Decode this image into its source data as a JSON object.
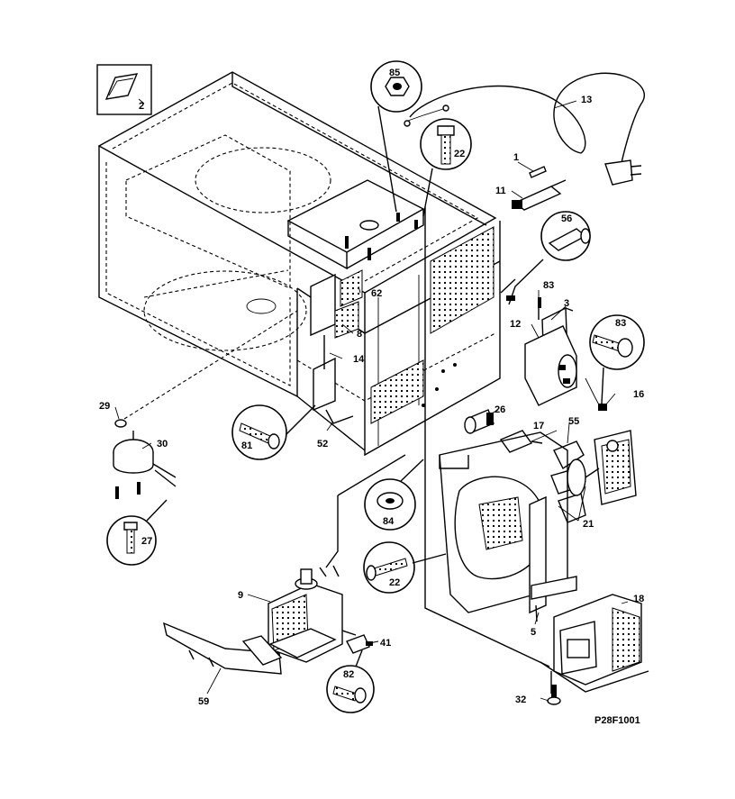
{
  "diagram": {
    "drawing_number": "P28F1001",
    "parts": [
      {
        "ref": "1"
      },
      {
        "ref": "2"
      },
      {
        "ref": "3"
      },
      {
        "ref": "5"
      },
      {
        "ref": "8"
      },
      {
        "ref": "9"
      },
      {
        "ref": "11"
      },
      {
        "ref": "12"
      },
      {
        "ref": "13"
      },
      {
        "ref": "14"
      },
      {
        "ref": "16"
      },
      {
        "ref": "17"
      },
      {
        "ref": "18"
      },
      {
        "ref": "21"
      },
      {
        "ref": "22"
      },
      {
        "ref": "26"
      },
      {
        "ref": "27"
      },
      {
        "ref": "29"
      },
      {
        "ref": "30"
      },
      {
        "ref": "32"
      },
      {
        "ref": "41"
      },
      {
        "ref": "52"
      },
      {
        "ref": "55"
      },
      {
        "ref": "56"
      },
      {
        "ref": "59"
      },
      {
        "ref": "62"
      },
      {
        "ref": "81"
      },
      {
        "ref": "82"
      },
      {
        "ref": "83"
      },
      {
        "ref": "84"
      },
      {
        "ref": "85"
      }
    ]
  }
}
